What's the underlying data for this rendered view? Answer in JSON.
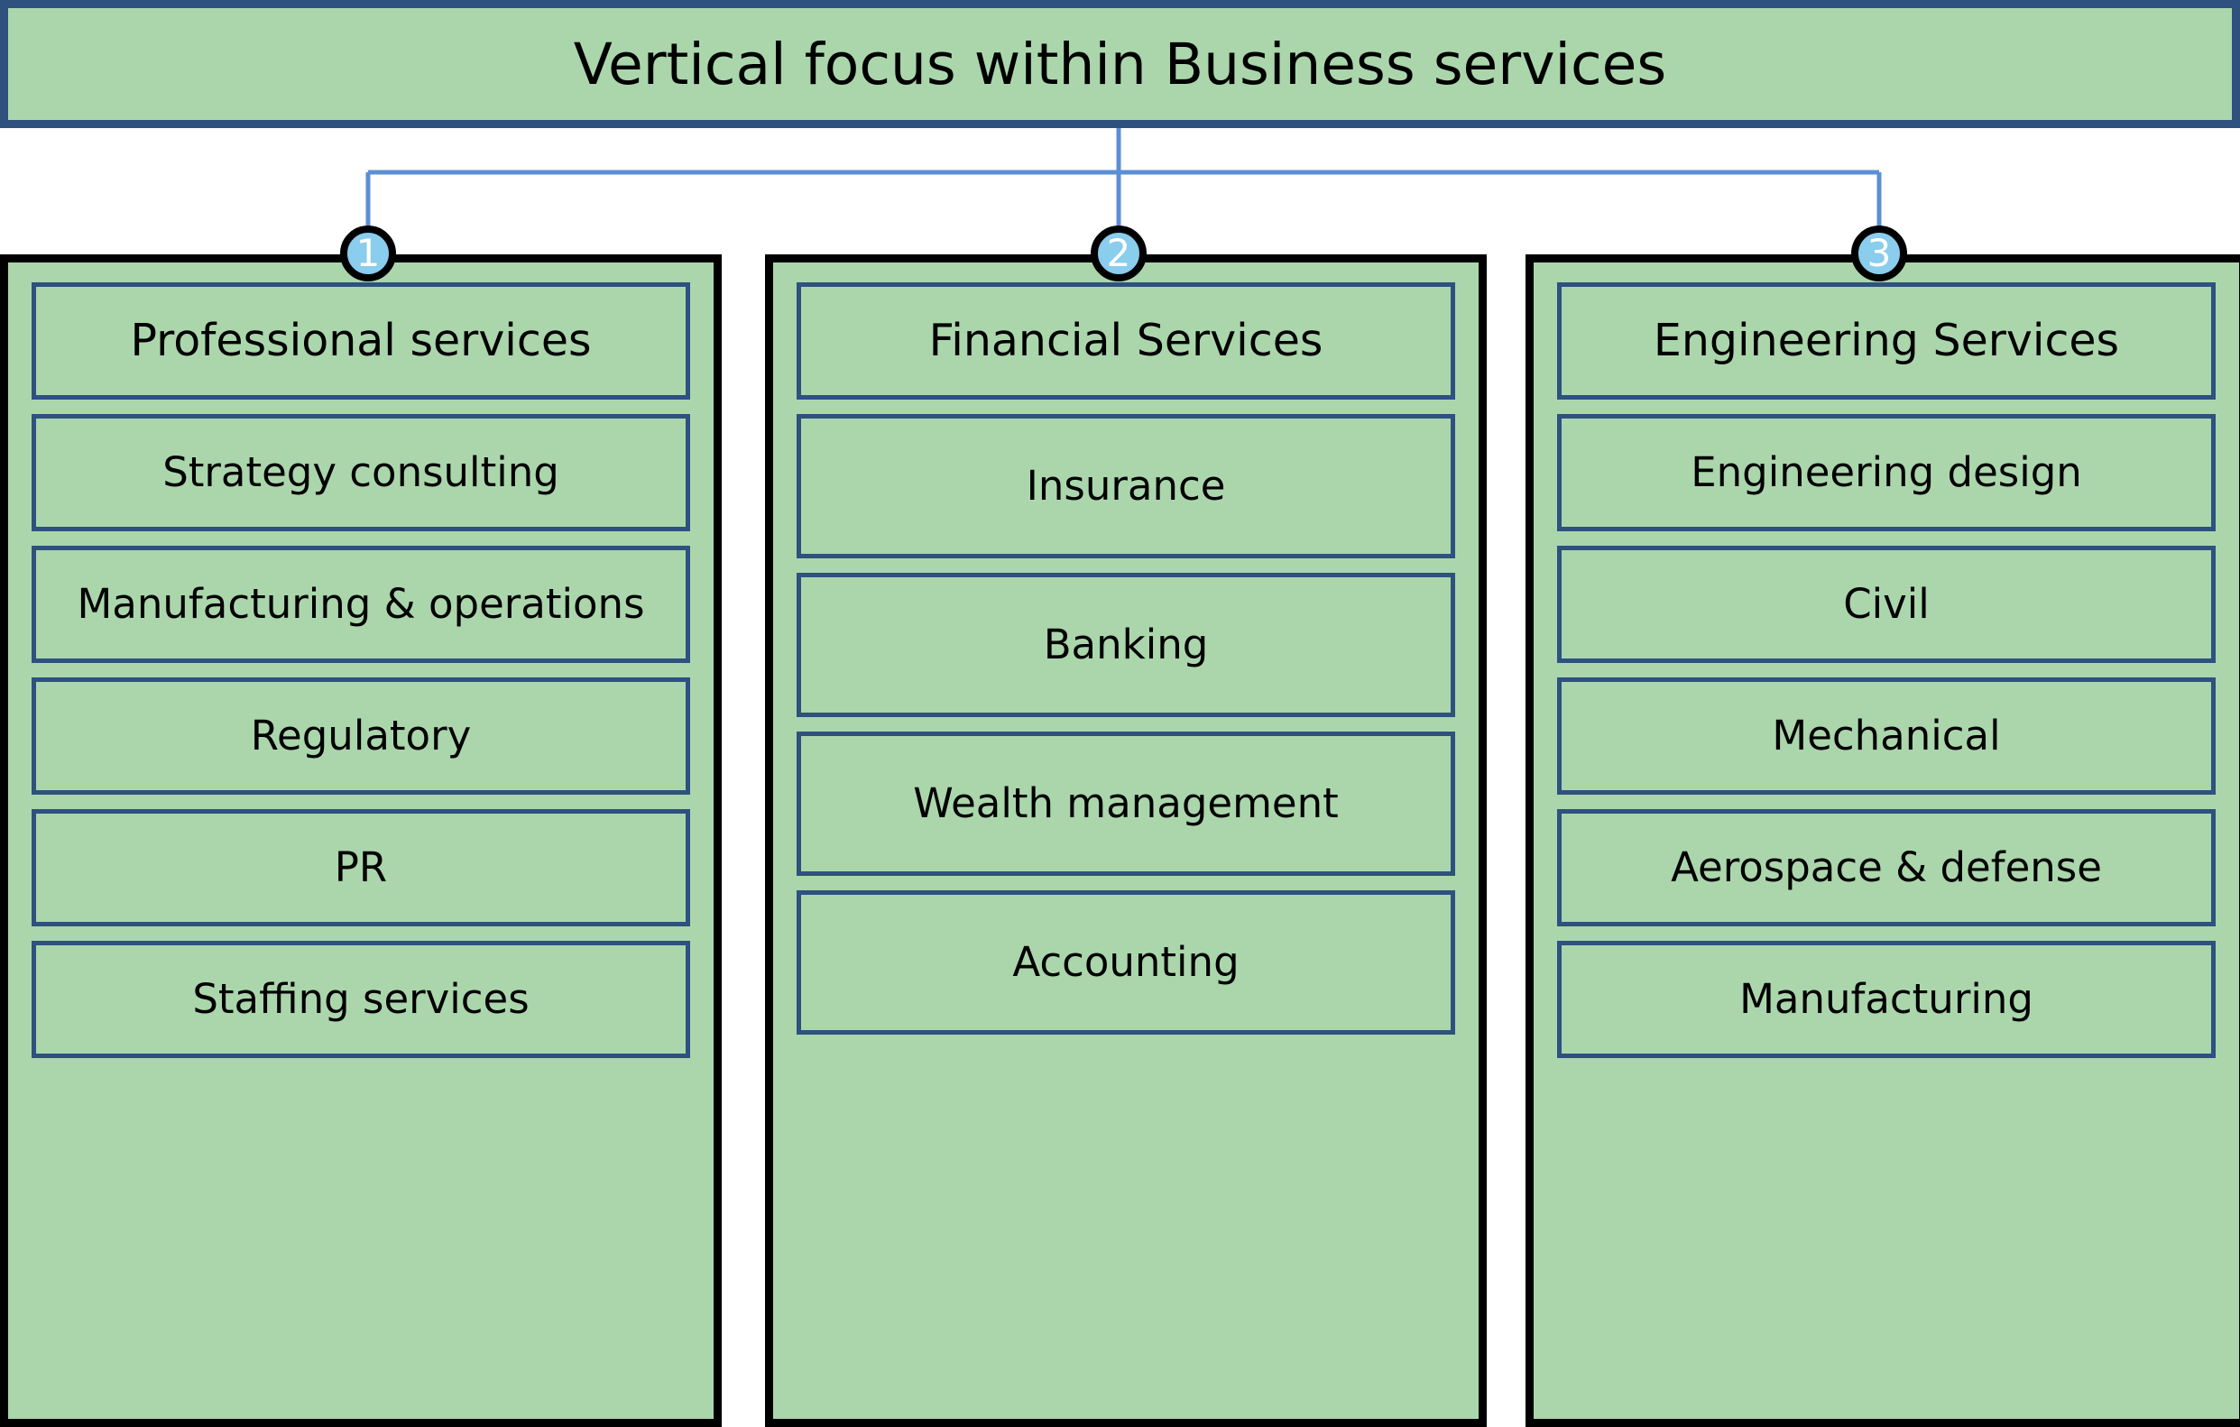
{
  "header": {
    "title": "Vertical focus within Business services"
  },
  "colors": {
    "box_fill_green": "#abd6ac",
    "border_dark_blue": "#2e5180",
    "column_border_black": "#000000",
    "badge_fill_light_blue": "#8acdec",
    "badge_text": "#ffffff",
    "connector_line": "#5b8fd4",
    "page_background": "#ffffff",
    "text": "#000000"
  },
  "columns": [
    {
      "badge": "1",
      "header": "Professional services",
      "items": [
        "Strategy consulting",
        "Manufacturing & operations",
        "Regulatory",
        "PR",
        "Staffing services"
      ]
    },
    {
      "badge": "2",
      "header": "Financial Services",
      "items": [
        "Insurance",
        "Banking",
        "Wealth management",
        "Accounting"
      ]
    },
    {
      "badge": "3",
      "header": "Engineering Services",
      "items": [
        "Engineering design",
        "Civil",
        "Mechanical",
        "Aerospace & defense",
        "Manufacturing"
      ]
    }
  ]
}
